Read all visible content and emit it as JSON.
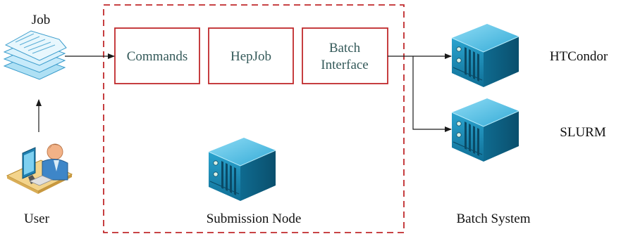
{
  "labels": {
    "job": "Job",
    "user": "User",
    "submission_node": "Submission Node",
    "batch_system": "Batch System",
    "htcondor": "HTCondor",
    "slurm": "SLURM"
  },
  "modules": {
    "commands": "Commands",
    "hepjob": "HepJob",
    "batch_interface_line1": "Batch",
    "batch_interface_line2": "Interface"
  },
  "colors": {
    "frame_red": "#c0292b",
    "module_text": "#355a5a",
    "arrow": "#1a1a1a",
    "server_dark": "#0e6f95",
    "server_mid": "#1d93bf",
    "server_light": "#5cc6ea"
  },
  "icons": {
    "job": "document-stack-icon",
    "user": "user-at-computer-icon",
    "server": "server-icon"
  }
}
